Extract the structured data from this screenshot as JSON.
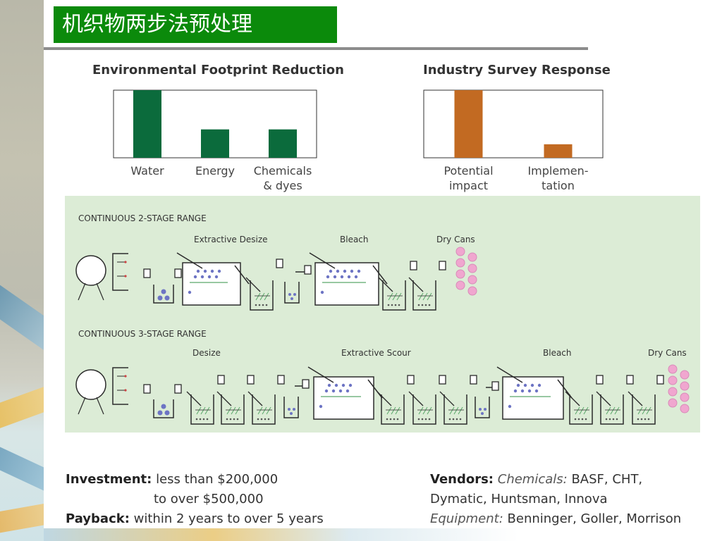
{
  "slide": {
    "title": "机织物两步法预处理"
  },
  "chart_data": [
    {
      "type": "bar",
      "title": "Environmental Footprint Reduction",
      "categories": [
        "Water",
        "Energy",
        "Chemicals & dyes"
      ],
      "category_lines": [
        [
          "Water"
        ],
        [
          "Energy"
        ],
        [
          "Chemicals",
          "& dyes"
        ]
      ],
      "values": [
        100,
        42,
        42
      ],
      "ylim": [
        0,
        100
      ],
      "color": "#0b6b3c",
      "grid": false
    },
    {
      "type": "bar",
      "title": "Industry Survey Response",
      "categories": [
        "Potential impact",
        "Implementation"
      ],
      "category_lines": [
        [
          "Potential",
          "impact"
        ],
        [
          "Implemen-",
          "tation"
        ]
      ],
      "values": [
        100,
        20
      ],
      "ylim": [
        0,
        100
      ],
      "color": "#c26a22",
      "grid": false
    }
  ],
  "process": {
    "two_stage": {
      "heading": "CONTINUOUS 2-STAGE RANGE",
      "labels": [
        "Extractive Desize",
        "Bleach",
        "Dry Cans"
      ]
    },
    "three_stage": {
      "heading": "CONTINUOUS 3-STAGE RANGE",
      "labels": [
        "Desize",
        "Extractive Scour",
        "Bleach",
        "Dry Cans"
      ]
    },
    "colors": {
      "panel": "#dcecd6",
      "line": "#2b2b2b",
      "dots": "#6d74c4",
      "dry_cans": "#f0a6cf"
    }
  },
  "footer": {
    "investment_label": "Investment:",
    "investment_line1": "less than $200,000",
    "investment_line2": "to over $500,000",
    "payback_label": "Payback:",
    "payback_value": "within 2 years to over 5 years",
    "vendors_label": "Vendors:",
    "chemicals_label": "Chemicals:",
    "chemicals_value": "BASF, CHT,",
    "vendors_line2": "Dymatic, Huntsman, Innova",
    "equipment_label": "Equipment:",
    "equipment_value": "Benninger, Goller, Morrison"
  }
}
